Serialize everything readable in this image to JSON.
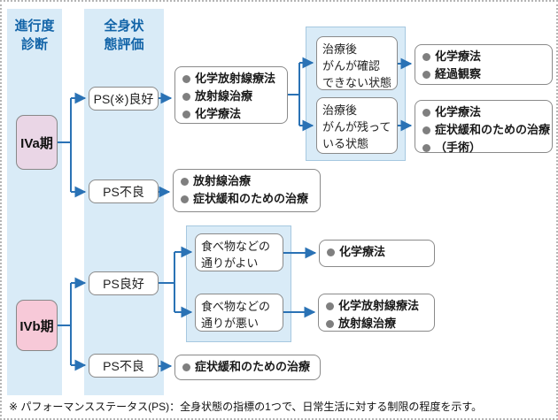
{
  "colors": {
    "accent_blue": "#1264a8",
    "connector_blue": "#2a72b5",
    "panel_blue": "#d9ebf7",
    "panel_border": "#a6c8e0",
    "box_border": "#8a8a8a",
    "stage_iva_fill": "#ead6e6",
    "stage_ivb_fill": "#f7c9d8",
    "bullet_gray": "#7f7f7f"
  },
  "columns": {
    "progression": {
      "line1": "進行度",
      "line2": "診断"
    },
    "condition": {
      "line1": "全身状",
      "line2": "態評価"
    }
  },
  "stages": {
    "iva": "IVa期",
    "ivb": "IVb期"
  },
  "ps_nodes": {
    "iva_good": "PS(※)良好",
    "iva_poor": "PS不良",
    "ivb_good": "PS良好",
    "ivb_poor": "PS不良"
  },
  "condition_nodes": {
    "no_cancer": {
      "lines": [
        "治療後",
        "がんが確認",
        "できない状態"
      ]
    },
    "cancer_remains": {
      "lines": [
        "治療後",
        "がんが残って",
        "いる状態"
      ]
    },
    "passage_good": {
      "lines": [
        "食べ物などの",
        "通りがよい"
      ]
    },
    "passage_poor": {
      "lines": [
        "食べ物などの",
        "通りが悪い"
      ]
    }
  },
  "treatment_nodes": {
    "t1": {
      "items": [
        "化学放射線療法",
        "放射線治療",
        "化学療法"
      ]
    },
    "t2": {
      "items": [
        "放射線治療",
        "症状緩和のための治療"
      ]
    },
    "r1": {
      "items": [
        "化学療法",
        "経過観察"
      ]
    },
    "r2": {
      "items": [
        "化学療法",
        "症状緩和のための治療",
        "（手術）"
      ]
    },
    "r3": {
      "items": [
        "化学療法"
      ]
    },
    "r4": {
      "items": [
        "化学放射線療法",
        "放射線治療"
      ]
    },
    "r5": {
      "items": [
        "症状緩和のための治療"
      ]
    }
  },
  "footnote": "※ パフォーマンスステータス(PS)：全身状態の指標の1つで、日常生活に対する制限の程度を示す。"
}
